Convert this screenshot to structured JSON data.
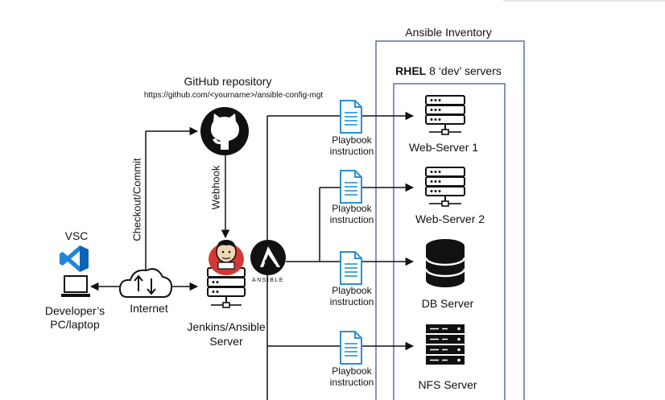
{
  "inventory": {
    "title": "Ansible Inventory",
    "group_bold": "RHEL",
    "group_rest": " 8 ‘dev’ servers"
  },
  "github": {
    "title": "GitHub repository",
    "url": "https://github.com/<yourname>/ansible-config-mgt"
  },
  "developer": {
    "tool": "VSC",
    "label_line1": "Developer’s",
    "label_line2": "PC/laptop"
  },
  "internet": {
    "label": "Internet"
  },
  "edges": {
    "checkout": "Checkout/Commit",
    "webhook": "Webhook"
  },
  "jenkins": {
    "label_line1": "Jenkins/Ansible",
    "label_line2": "Server",
    "ansible_wordmark": "ANSIBLE"
  },
  "playbooks": [
    {
      "line1": "Playbook",
      "line2": "instruction"
    },
    {
      "line1": "Playbook",
      "line2": "instruction"
    },
    {
      "line1": "Playbook",
      "line2": "instruction"
    },
    {
      "line1": "Playbook",
      "line2": "instruction"
    }
  ],
  "servers": [
    {
      "label": "Web-Server 1",
      "icon": "server-icon"
    },
    {
      "label": "Web-Server 2",
      "icon": "server-icon"
    },
    {
      "label": "DB Server",
      "icon": "database-icon"
    },
    {
      "label": "NFS Server",
      "icon": "storage-server-icon"
    }
  ],
  "colors": {
    "inventory_border": "#2f4f8a",
    "vsc_blue": "#1f85d6",
    "document_blue": "#2a8fd0",
    "ansible_black": "#111111",
    "jenkins_red": "#d33833"
  }
}
